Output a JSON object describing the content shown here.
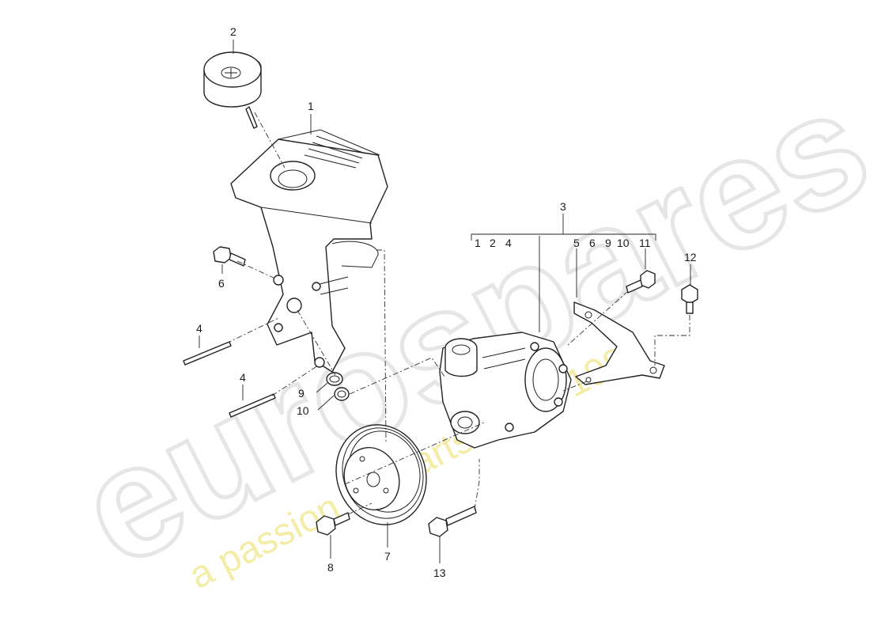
{
  "watermark": {
    "brand": "eurospares",
    "tagline": "a passion for parts since 1985"
  },
  "callouts": {
    "c1": "1",
    "c2": "2",
    "c3": "3",
    "c4a": "4",
    "c4b": "4",
    "c6": "6",
    "c7": "7",
    "c8": "8",
    "c9": "9",
    "c10": "10",
    "c12": "12",
    "c13": "13"
  },
  "kit_bracket_items": {
    "group_a": [
      "1",
      "2",
      "4"
    ],
    "group_b": [
      "5",
      "6",
      "9",
      "10",
      "11"
    ]
  }
}
